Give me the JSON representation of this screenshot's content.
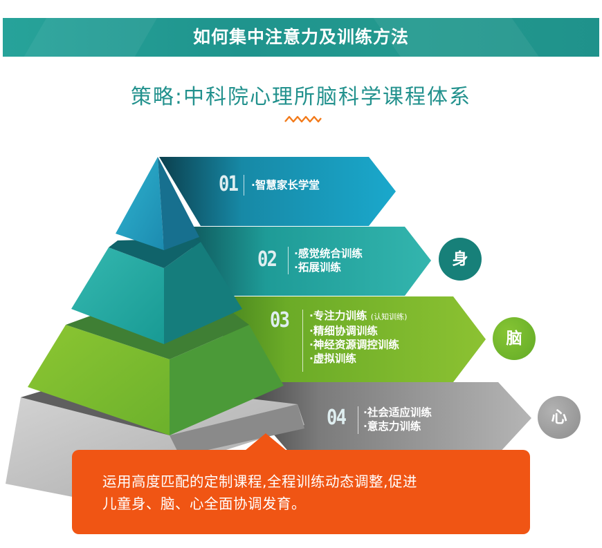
{
  "header": {
    "title": "如何集中注意力及训练方法",
    "bg_color": "#23998f"
  },
  "subtitle": {
    "text": "策略:中科院心理所脑科学课程体系",
    "color": "#22918d"
  },
  "divider": {
    "icon": "zigzag-wave-icon",
    "color": "#f27a1a"
  },
  "pyramid": {
    "levels": [
      {
        "number": "01",
        "items": [
          "·智慧家长学堂"
        ],
        "color": "#1aa3c5"
      },
      {
        "number": "02",
        "items": [
          "·感觉统合训练",
          "·拓展训练"
        ],
        "color": "#27a9a2"
      },
      {
        "number": "03",
        "items": [
          "·专注力训练",
          "·精细协调训练",
          "·神经资源调控训练",
          "·虚拟训练"
        ],
        "item_note": "(认知训练)",
        "color": "#7dbb2c"
      },
      {
        "number": "04",
        "items": [
          "·社会适应训练",
          "·意志力训练"
        ],
        "color": "#a3a3a3"
      }
    ]
  },
  "badges": [
    {
      "label": "身",
      "color": "#178079"
    },
    {
      "label": "脑",
      "color": "#74b72b"
    },
    {
      "label": "心",
      "color": "#999999"
    }
  ],
  "callout": {
    "line1": "运用高度匹配的定制课程,全程训练动态调整,促进",
    "line2": "儿童身、脑、心全面协调发育。",
    "color": "#f05514"
  }
}
